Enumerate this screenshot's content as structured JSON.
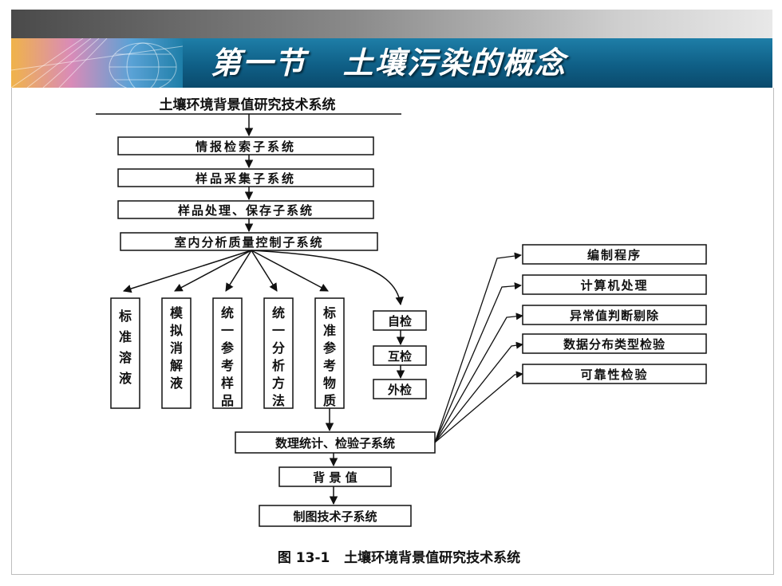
{
  "slide": {
    "title": "第一节   土壤污染的概念"
  },
  "diagram": {
    "top_label": "土壤环境背景值研究技术系统",
    "chain": [
      "情报检索子系统",
      "样品采集子系统",
      "样品处理、保存子系统",
      "室内分析质量控制子系统"
    ],
    "verticals": [
      "标准溶液",
      "模拟消解液",
      "统一参考样品",
      "统一分析方法",
      "标准参考物质"
    ],
    "checks": [
      "自检",
      "互检",
      "外检"
    ],
    "stats": "数理统计、检验子系统",
    "right_boxes": [
      "编制程序",
      "计算机处理",
      "异常值判断剔除",
      "数据分布类型检验",
      "可靠性检验"
    ],
    "background": "背 景 值",
    "mapping": "制图技术子系统",
    "caption": "图 13-1   土壤环境背景值研究技术系统"
  },
  "colors": {
    "banner": "#0f5f86",
    "ink": "#111111"
  }
}
